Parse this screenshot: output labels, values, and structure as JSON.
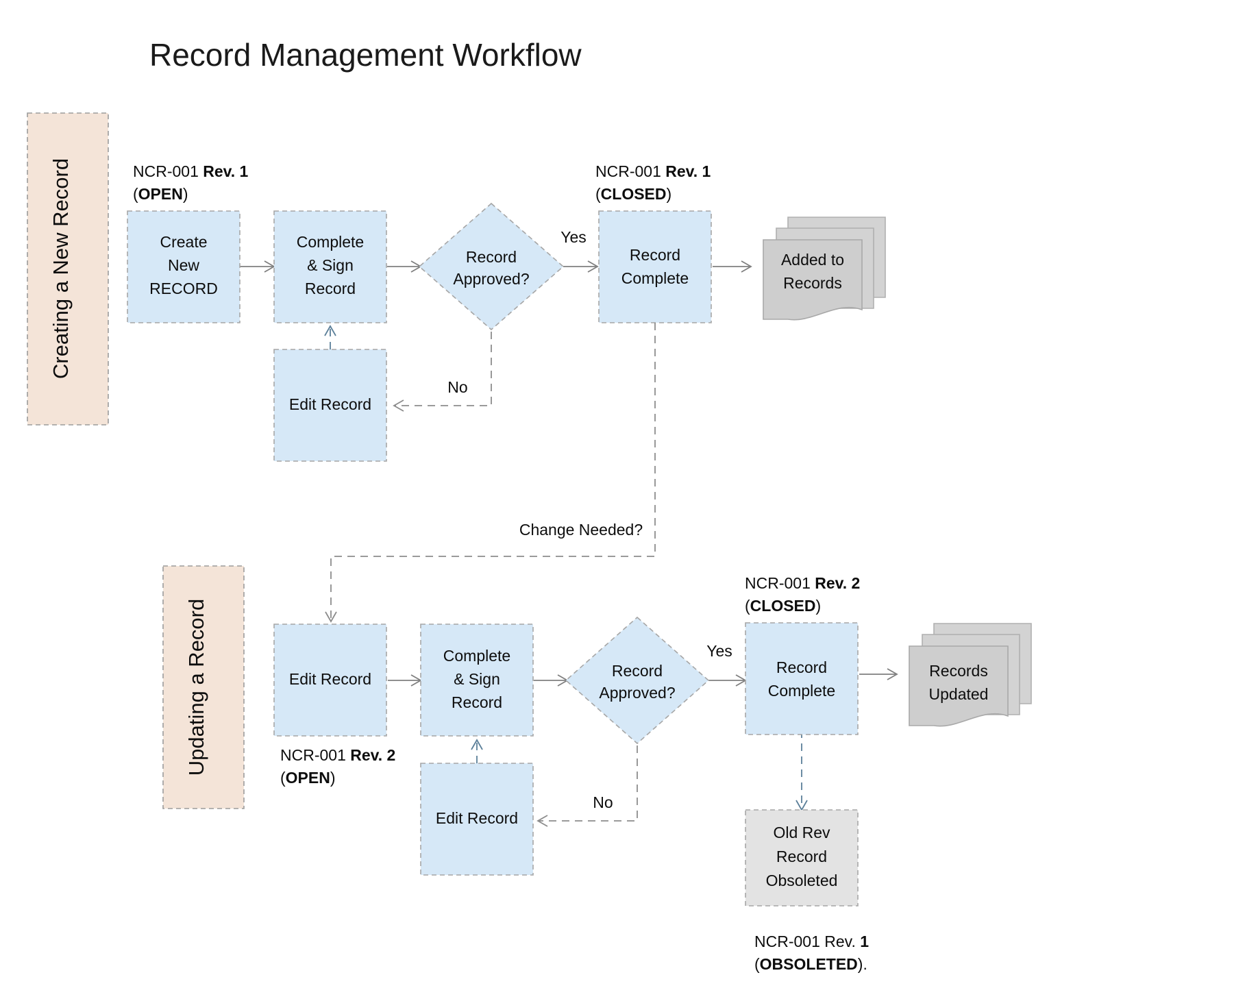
{
  "title": "Record Management Workflow",
  "colors": {
    "process_fill": "#d6e8f7",
    "lane_fill": "#f4e4d8",
    "document_fill": "#cecece",
    "obsolete_fill": "#e3e3e3",
    "shape_border": "#a6a6a6",
    "connector_solid": "#7f7f7f",
    "connector_dashed_blue": "#5b7f99",
    "text": "#0d0d0d"
  },
  "lanes": [
    {
      "id": "lane-creating",
      "label": "Creating a New Record"
    },
    {
      "id": "lane-updating",
      "label": "Updating a Record"
    }
  ],
  "lane1": {
    "annotation_start": {
      "line1_plain": "NCR-001 ",
      "line1_bold": "Rev. 1",
      "line2_open": "(",
      "line2_bold": "OPEN",
      "line2_close": ")"
    },
    "annotation_end": {
      "line1_plain": "NCR-001 ",
      "line1_bold": "Rev. 1",
      "line2_open": "(",
      "line2_bold": "CLOSED",
      "line2_close": ")"
    },
    "nodes": {
      "create": [
        "Create",
        "New",
        "RECORD"
      ],
      "complete_sign": [
        "Complete",
        "& Sign",
        "Record"
      ],
      "decision": [
        "Record",
        "Approved?"
      ],
      "record_complete": [
        "Record",
        "Complete"
      ],
      "documents": [
        "Added to",
        "Records"
      ],
      "edit": [
        "Edit Record"
      ]
    },
    "edge_labels": {
      "yes": "Yes",
      "no": "No"
    }
  },
  "lane2": {
    "annotation_start": {
      "line1_plain": "NCR-001 ",
      "line1_bold": "Rev. 2",
      "line2_open": "(",
      "line2_bold": "OPEN",
      "line2_close": ")"
    },
    "annotation_end": {
      "line1_plain": "NCR-001 ",
      "line1_bold": "Rev. 2",
      "line2_open": "(",
      "line2_bold": "CLOSED",
      "line2_close": ")"
    },
    "annotation_obsolete": {
      "line1_plain": "NCR-001 Rev. ",
      "line1_bold": "1",
      "line2_open": "(",
      "line2_bold": "OBSOLETED",
      "line2_close": ")."
    },
    "nodes": {
      "edit_start": [
        "Edit Record"
      ],
      "complete_sign": [
        "Complete",
        "& Sign",
        "Record"
      ],
      "decision": [
        "Record",
        "Approved?"
      ],
      "record_complete": [
        "Record",
        "Complete"
      ],
      "documents": [
        "Records",
        "Updated"
      ],
      "edit_loop": [
        "Edit Record"
      ],
      "obsoleted": [
        "Old Rev",
        "Record",
        "Obsoleted"
      ]
    },
    "edge_labels": {
      "yes": "Yes",
      "no": "No"
    }
  },
  "cross_lane": {
    "change_needed": "Change Needed?"
  }
}
